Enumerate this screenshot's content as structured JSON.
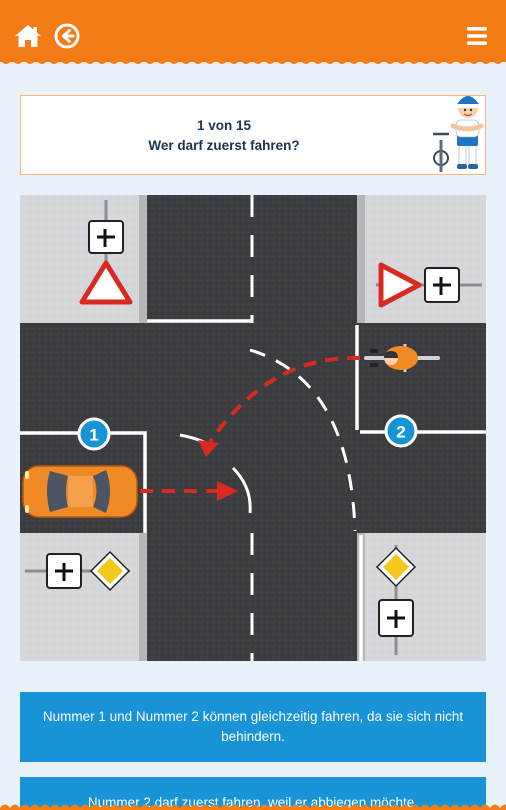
{
  "header": {
    "background_color": "#f47c16",
    "home_icon": "home-icon",
    "back_icon": "back-arrow-icon",
    "menu_icon": "hamburger-menu-icon"
  },
  "question": {
    "counter": "1 von 15",
    "text": "Wer darf zuerst fahren?"
  },
  "scene": {
    "markers": [
      "1",
      "2"
    ],
    "signs": [
      "yield-sign-icon",
      "priority-road-sign-icon",
      "right-of-way-plate-icon"
    ]
  },
  "answers": [
    {
      "label": "Nummer 1 und Nummer 2 können gleichzeitig fahren, da sie sich nicht behindern."
    },
    {
      "label": "Nummer 2 darf zuerst fahren, weil er abbiegen möchte."
    }
  ],
  "colors": {
    "accent": "#f47c16",
    "answer_bg": "#1893d6",
    "question_text": "#1d3350"
  }
}
